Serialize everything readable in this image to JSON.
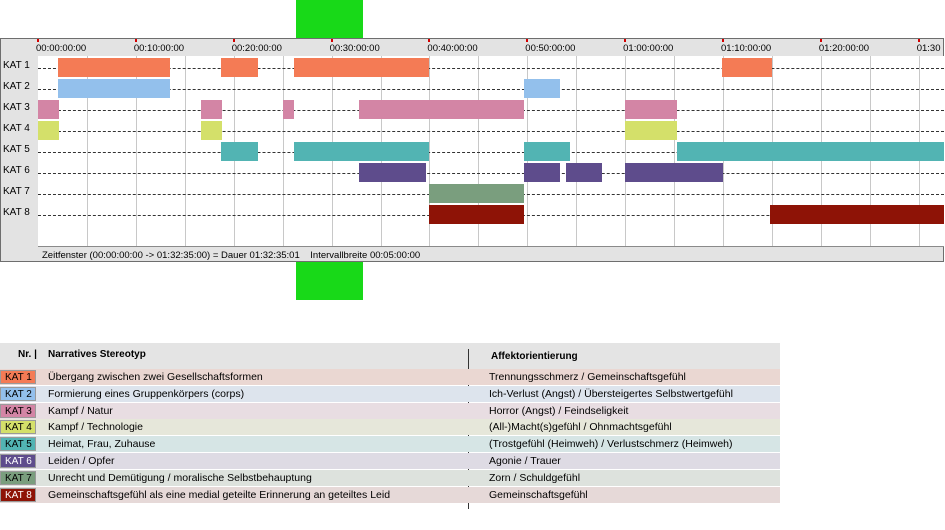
{
  "chart_data": {
    "type": "timeline",
    "x_unit": "seconds",
    "x_range": [
      0,
      5555
    ],
    "time_ticks": [
      "00:00:00:00",
      "00:10:00:00",
      "00:20:00:00",
      "00:30:00:00",
      "00:40:00:00",
      "00:50:00:00",
      "01:00:00:00",
      "01:10:00:00",
      "01:20:00:00",
      "01:30"
    ],
    "tick_values": [
      0,
      600,
      1200,
      1800,
      2400,
      3000,
      3600,
      4200,
      4800,
      5400
    ],
    "categories": [
      "KAT 1",
      "KAT 2",
      "KAT 3",
      "KAT 4",
      "KAT 5",
      "KAT 6",
      "KAT 7",
      "KAT 8"
    ],
    "series": [
      {
        "category": "KAT 1",
        "color": "#f47b55",
        "segments": [
          [
            120,
            810
          ],
          [
            1125,
            1350
          ],
          [
            1570,
            2395
          ],
          [
            4195,
            4500
          ]
        ]
      },
      {
        "category": "KAT 2",
        "color": "#93c0ec",
        "segments": [
          [
            120,
            810
          ],
          [
            2980,
            3200
          ]
        ]
      },
      {
        "category": "KAT 3",
        "color": "#d385a5",
        "segments": [
          [
            0,
            130
          ],
          [
            1000,
            1130
          ],
          [
            1500,
            1570
          ],
          [
            1970,
            2980
          ],
          [
            3600,
            3920
          ]
        ]
      },
      {
        "category": "KAT 4",
        "color": "#d4e06a",
        "segments": [
          [
            0,
            130
          ],
          [
            1000,
            1130
          ],
          [
            3600,
            3920
          ]
        ]
      },
      {
        "category": "KAT 5",
        "color": "#52b4b3",
        "segments": [
          [
            1125,
            1350
          ],
          [
            1570,
            2395
          ],
          [
            2980,
            3260
          ],
          [
            3920,
            5555
          ]
        ]
      },
      {
        "category": "KAT 6",
        "color": "#5e4c8c",
        "segments": [
          [
            1970,
            2380
          ],
          [
            2980,
            3200
          ],
          [
            3240,
            3460
          ],
          [
            3600,
            4200
          ]
        ]
      },
      {
        "category": "KAT 7",
        "color": "#7a9e7e",
        "segments": [
          [
            2395,
            2980
          ]
        ]
      },
      {
        "category": "KAT 8",
        "color": "#8e1306",
        "segments": [
          [
            2395,
            2980
          ],
          [
            4490,
            5555
          ]
        ]
      }
    ],
    "status_text": "Zeitfenster (00:00:00:00 -> 01:32:35:00) = Dauer 01:32:35:01    Intervallbreite 00:05:00:00",
    "grid": true
  },
  "legend": {
    "header_nr": "Nr. |",
    "header_stereotype": "Narratives Stereotyp",
    "header_affekt": "Affektorientierung",
    "rows": [
      {
        "kat": "KAT 1",
        "color": "#f47b55",
        "bg": "#ead7d2",
        "stereotype": "Übergang zwischen zwei Gesellschaftsformen",
        "affekt": "Trennungsschmerz / Gemeinschaftsgefühl"
      },
      {
        "kat": "KAT 2",
        "color": "#93c0ec",
        "bg": "#dde4ed",
        "stereotype": "Formierung eines Gruppenkörpers (corps)",
        "affekt": "Ich-Verlust (Angst) / Übersteigertes Selbstwertgefühl"
      },
      {
        "kat": "KAT 3",
        "color": "#d385a5",
        "bg": "#e8dde2",
        "stereotype": "Kampf / Natur",
        "affekt": "Horror (Angst) / Feindseligkeit"
      },
      {
        "kat": "KAT 4",
        "color": "#d4e06a",
        "bg": "#e6e7da",
        "stereotype": "Kampf / Technologie",
        "affekt": "(All-)Macht(s)gefühl / Ohnmachtsgefühl"
      },
      {
        "kat": "KAT 5",
        "color": "#52b4b3",
        "bg": "#d6e5e5",
        "stereotype": "Heimat, Frau, Zuhause",
        "affekt": "(Trostgefühl (Heimweh) / Verlustschmerz (Heimweh)"
      },
      {
        "kat": "KAT 6",
        "color": "#5e4c8c",
        "bg": "#dedbe4",
        "stereotype": "Leiden / Opfer",
        "affekt": "Agonie / Trauer"
      },
      {
        "kat": "KAT 7",
        "color": "#7a9e7e",
        "bg": "#dde2dd",
        "stereotype": "Unrecht und Demütigung / moralische Selbstbehauptung",
        "affekt": "Zorn / Schuldgefühl"
      },
      {
        "kat": "KAT 8",
        "color": "#8e1306",
        "bg": "#e6d9d8",
        "stereotype": "Gemeinschaftsgefühl als eine medial geteilte Erinnerung an geteiltes Leid",
        "affekt": "Gemeinschaftsgefühl"
      }
    ]
  }
}
